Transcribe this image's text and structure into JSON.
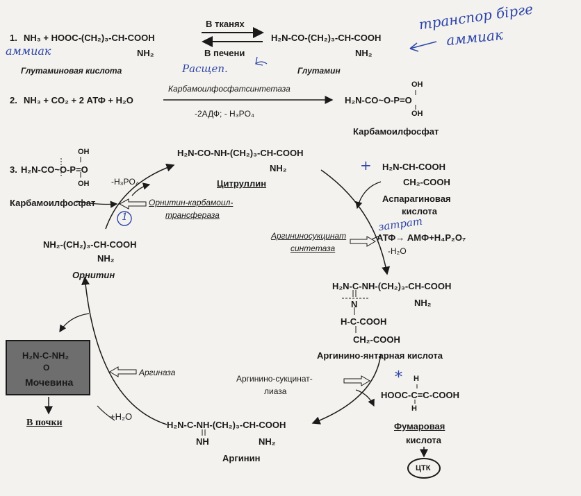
{
  "reaction1": {
    "number": "1.",
    "left": "NH₃ + HOOC-(CH₂)₃-CH-COOH",
    "left_sub": "NH₂",
    "left_name": "Глутаминовая   кислота",
    "arrow_top": "В тканях",
    "arrow_bottom": "В печени",
    "right": "H₂N-CO-(CH₂)₃-CH-COOH",
    "right_sub": "NH₂",
    "right_name": "Глутамин"
  },
  "reaction2": {
    "number": "2.",
    "left": "NH₃ + CO₂ + 2 АТФ + H₂O",
    "enzyme": "Карбамоилфосфатсинтетаза",
    "byproducts": "-2АДФ;  -  H₃PO₄",
    "product": "H₂N-CO~O-P=O",
    "product_oh_top": "OH",
    "product_oh_bottom": "OH",
    "product_name": "Карбамоилфосфат"
  },
  "reaction3": {
    "number": "3.",
    "carbamoyl": "H₂N-CO~O-P=O",
    "carbamoyl_oh_top": "OH",
    "carbamoyl_oh_bottom": "OH",
    "carbamoyl_name": "Карбамоилфосфат",
    "minus_h3po4": "-H₃PO₄",
    "enzyme_oct_1": "Орнитин-карбамоил-",
    "enzyme_oct_2": "трансфераза",
    "citrulline": "H₂N-CO-NH-(CH₂)₃-CH-COOH",
    "citrulline_sub": "NH₂",
    "citrulline_name": "Цитруллин",
    "ornithine": "NH₂-(CH₂)₃-CH-COOH",
    "ornithine_sub": "NH₂",
    "ornithine_name": "Орнитин",
    "aspartate_line1": "H₂N-CH-COOH",
    "aspartate_line2": "CH₂-COOH",
    "aspartate_name_1": "Аспарагиновая",
    "aspartate_name_2": "кислота",
    "enzyme_ass_1": "Аргининосукцинат",
    "enzyme_ass_2": "синтетаза",
    "atp": "АТФ→ АМФ+H₄P₂O₇",
    "minus_h2o": "-H₂O",
    "argsucc_line1": "H₂N-C-NH-(CH₂)₃-CH-COOH",
    "argsucc_sub": "NH₂",
    "argsucc_n": "N",
    "argsucc_line3": "H-C-COOH",
    "argsucc_line4": "CH₂-COOH",
    "argsucc_name": "Аргинино-янтарная кислота",
    "enzyme_asl_1": "Аргинино-сукцинат-",
    "enzyme_asl_2": "лиаза",
    "fumarate_h_top": "H",
    "fumarate": "HOOC-C=C-COOH",
    "fumarate_h_bottom": "H",
    "fumarate_name_1": "Фумаровая",
    "fumarate_name_2": "кислота",
    "tca": "ЦТК",
    "arginine": "H₂N-C-NH-(CH₂)₃-CH-COOH",
    "arginine_nh": "NH",
    "arginine_sub": "NH₂",
    "arginine_name": "Аргинин",
    "plus_h2o": "+H₂O",
    "enzyme_arginase": "Аргиназа",
    "urea_formula": "H₂N-C-NH₂",
    "urea_o": "O",
    "urea_name": "Мочевина",
    "to_kidneys": "В почки"
  },
  "handwritten": {
    "transport": "транспор бірге",
    "ammonia_right": "аммиак",
    "ammonia_left": "аммиак",
    "split": "Расщеп.",
    "circle_num": "1",
    "plus_mark": "+",
    "zatrata": "затрат",
    "star_mark": "*"
  }
}
